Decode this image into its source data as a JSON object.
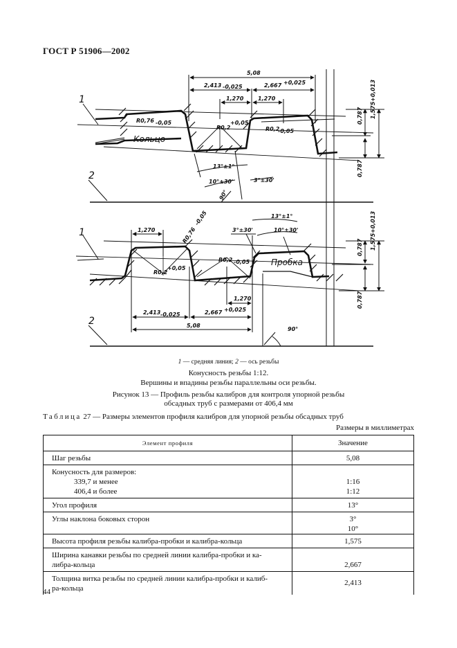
{
  "header": {
    "doc_code": "ГОСТ Р 51906—2002"
  },
  "figure": {
    "labels": {
      "ring_word": "Кольцо",
      "plug_word": "Пробка",
      "line_1": "1",
      "line_2": "2",
      "top_pitch": "5,08",
      "top_thick": "2,413",
      "top_thick_tol": "-0,025",
      "top_width": "2,667",
      "top_width_tol": "+0,025",
      "top_1270_a": "1,270",
      "top_1270_b": "1,270",
      "top_r076": "R0,76",
      "top_r076_tol": "-0,05",
      "top_r02_a": "R0,2",
      "top_r02_a_tol": "+0,05",
      "top_r02_b": "R0,2",
      "top_r02_b_tol": "-0,05",
      "top_13deg": "13°±1°",
      "top_10deg": "10°±30'",
      "top_3deg": "3°±30'",
      "top_90": "90°",
      "top_h1": "0,787",
      "top_h2": "1,575",
      "top_h2_tol": "+0,013",
      "top_h3": "0,787",
      "bot_1270_a": "1,270",
      "bot_r076": "R0,76",
      "bot_r076_tol": "-0,05",
      "bot_r02_a": "R0,2",
      "bot_r02_a_tol": "+0,05",
      "bot_r02_b": "R0,2",
      "bot_r02_b_tol": "-0,05",
      "bot_13deg": "13°±1°",
      "bot_3deg": "3°±30'",
      "bot_10deg": "10°±30'",
      "bot_h1": "0,787",
      "bot_h2": "1,575",
      "bot_h2_tol": "+0,013",
      "bot_h3": "0,787",
      "bot_1270_b": "1,270",
      "bot_thick": "2,413",
      "bot_thick_tol": "-0,025",
      "bot_width": "2,667",
      "bot_width_tol": "+0,025",
      "bot_pitch": "5,08",
      "bot_90": "90°"
    },
    "legend": {
      "n1": "1",
      "t1": " — средняя линия; ",
      "n2": "2",
      "t2": " — ось резьбы"
    },
    "caption": {
      "line1": "Конусность резьбы 1:12.",
      "line2": "Вершины и впадины резьбы параллельны оси резьбы.",
      "line3": "Рисунок 13 — Профиль резьбы калибров для контроля упорной резьбы",
      "line4": "обсадных труб с размерами от 406,4 мм"
    }
  },
  "table": {
    "title_spaced": "Таблица",
    "title_rest": " 27 — Размеры элементов профиля калибров для упорной резьбы обсадных труб",
    "units": "Размеры в миллиметрах",
    "headers": {
      "element": "Элемент профиля",
      "value": "Значение"
    },
    "rows": {
      "r1_name": "Шаг резьбы",
      "r1_val": "5,08",
      "r2_name": "Конусность для размеров:",
      "r2_sub1": "339,7 и менее",
      "r2_val1": "1:16",
      "r2_sub2": "406,4 и более",
      "r2_val2": "1:12",
      "r3_name": "Угол профиля",
      "r3_val": "13°",
      "r4_name": "Углы наклона боковых сторон",
      "r4_val1": "3°",
      "r4_val2": "10°",
      "r5_name": "Высота профиля резьбы калибра-пробки и калибра-кольца",
      "r5_val": "1,575",
      "r6_name_a": "Ширина канавки резьбы по средней линии калибра-пробки и ка-",
      "r6_name_b": "либра-кольца",
      "r6_val": "2,667",
      "r7_name_a": "Толщина витка резьбы по средней линии калибра-пробки и калиб-",
      "r7_name_b": "ра-кольца",
      "r7_val": "2,413"
    }
  },
  "footer": {
    "page_number": "44"
  }
}
